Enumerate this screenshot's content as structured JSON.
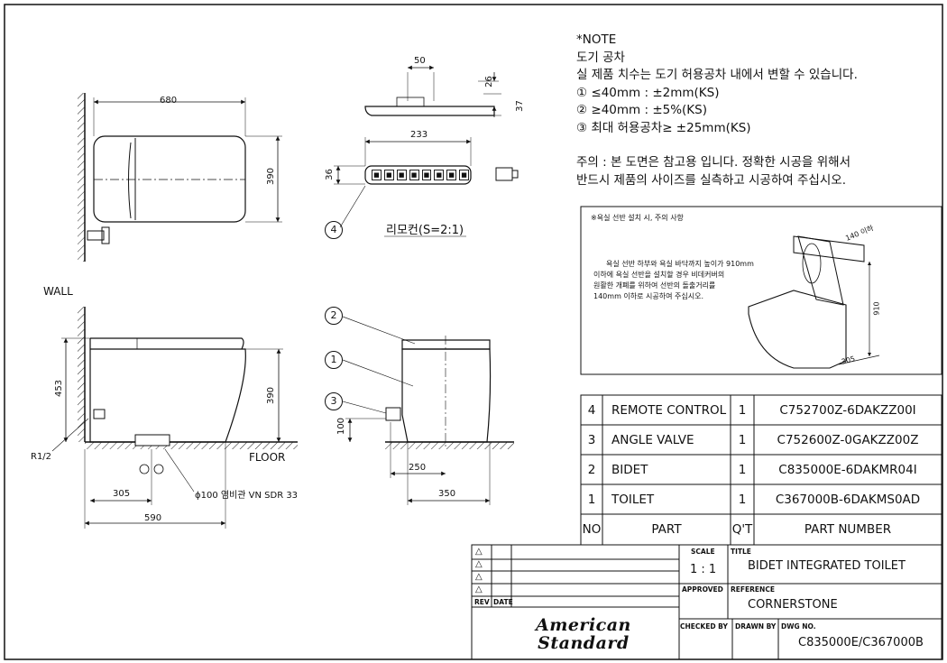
{
  "dimensions": {
    "top_width": "680",
    "top_depth": "390",
    "remote_width": "50",
    "remote_gap": "26",
    "remote_depth": "37",
    "remote_len": "233",
    "remote_h": "36",
    "side_height": "453",
    "side_seat": "390",
    "pipe": "R1/2",
    "wall_offset": "305",
    "total": "590",
    "drain_pipe": "ϕ100 염비관 VN SDR 33",
    "valve_h": "100",
    "v250": "250",
    "v350": "350"
  },
  "labels": {
    "wall": "WALL",
    "floor": "FLOOR",
    "remote_caption": "리모컨(S=2:1)",
    "callouts": [
      "4",
      "2",
      "1",
      "3"
    ]
  },
  "note": {
    "lines": [
      "*NOTE",
      "도기 공차",
      "실 제품 치수는 도기 허용공차 내에서 변할 수 있습니다.",
      "① ≤40mm : ±2mm(KS)",
      "② ≥40mm : ±5%(KS)",
      "③ 최대 허용공차≥ ±25mm(KS)"
    ],
    "warning_lines": [
      "주의 : 본 도면은 참고용 입니다. 정확한 시공을 위해서",
      "반드시 제품의 사이즈를 실측하고 시공하여 주십시오."
    ]
  },
  "inset": {
    "title": "※욕실 선반 설치 시, 주의 사항",
    "lines": [
      "욕실 선반 하부와 욕실 바닥까지 높이가 910mm",
      "이하에 욕실 선반을 설치할 경우 비데커버의",
      "원활한 개폐를 위하여 선반의 돌출거리를",
      "140mm 이하로 시공하여 주십시오."
    ],
    "dim_top": "140 이하",
    "dim_height": "910",
    "dim_depth": "305"
  },
  "parts": {
    "rows": [
      {
        "no": "4",
        "part": "REMOTE CONTROL",
        "qty": "1",
        "pn": "C752700Z-6DAKZZ00I"
      },
      {
        "no": "3",
        "part": "ANGLE VALVE",
        "qty": "1",
        "pn": "C752600Z-0GAKZZ00Z"
      },
      {
        "no": "2",
        "part": "BIDET",
        "qty": "1",
        "pn": "C835000E-6DAKMR04I"
      },
      {
        "no": "1",
        "part": "TOILET",
        "qty": "1",
        "pn": "C367000B-6DAKMS0AD"
      }
    ],
    "header": {
      "no": "NO",
      "part": "PART",
      "qty": "Q'T",
      "pn": "PART NUMBER"
    }
  },
  "title_block": {
    "scale_label": "SCALE",
    "scale_value": "1 : 1",
    "title_label": "TITLE",
    "title_value": "BIDET INTEGRATED TOILET",
    "approved_label": "APPROVED",
    "reference_label": "REFERENCE",
    "reference_value": "CORNERSTONE",
    "rev_label": "REV",
    "date_label": "DATE",
    "checked_label": "CHECKED BY",
    "drawn_label": "DRAWN BY",
    "dwg_label": "DWG NO.",
    "dwg_value": "C835000E/C367000B",
    "logo_line1": "American",
    "logo_line2": "Standard",
    "rev_marks": [
      "△",
      "△",
      "△",
      "△"
    ]
  }
}
